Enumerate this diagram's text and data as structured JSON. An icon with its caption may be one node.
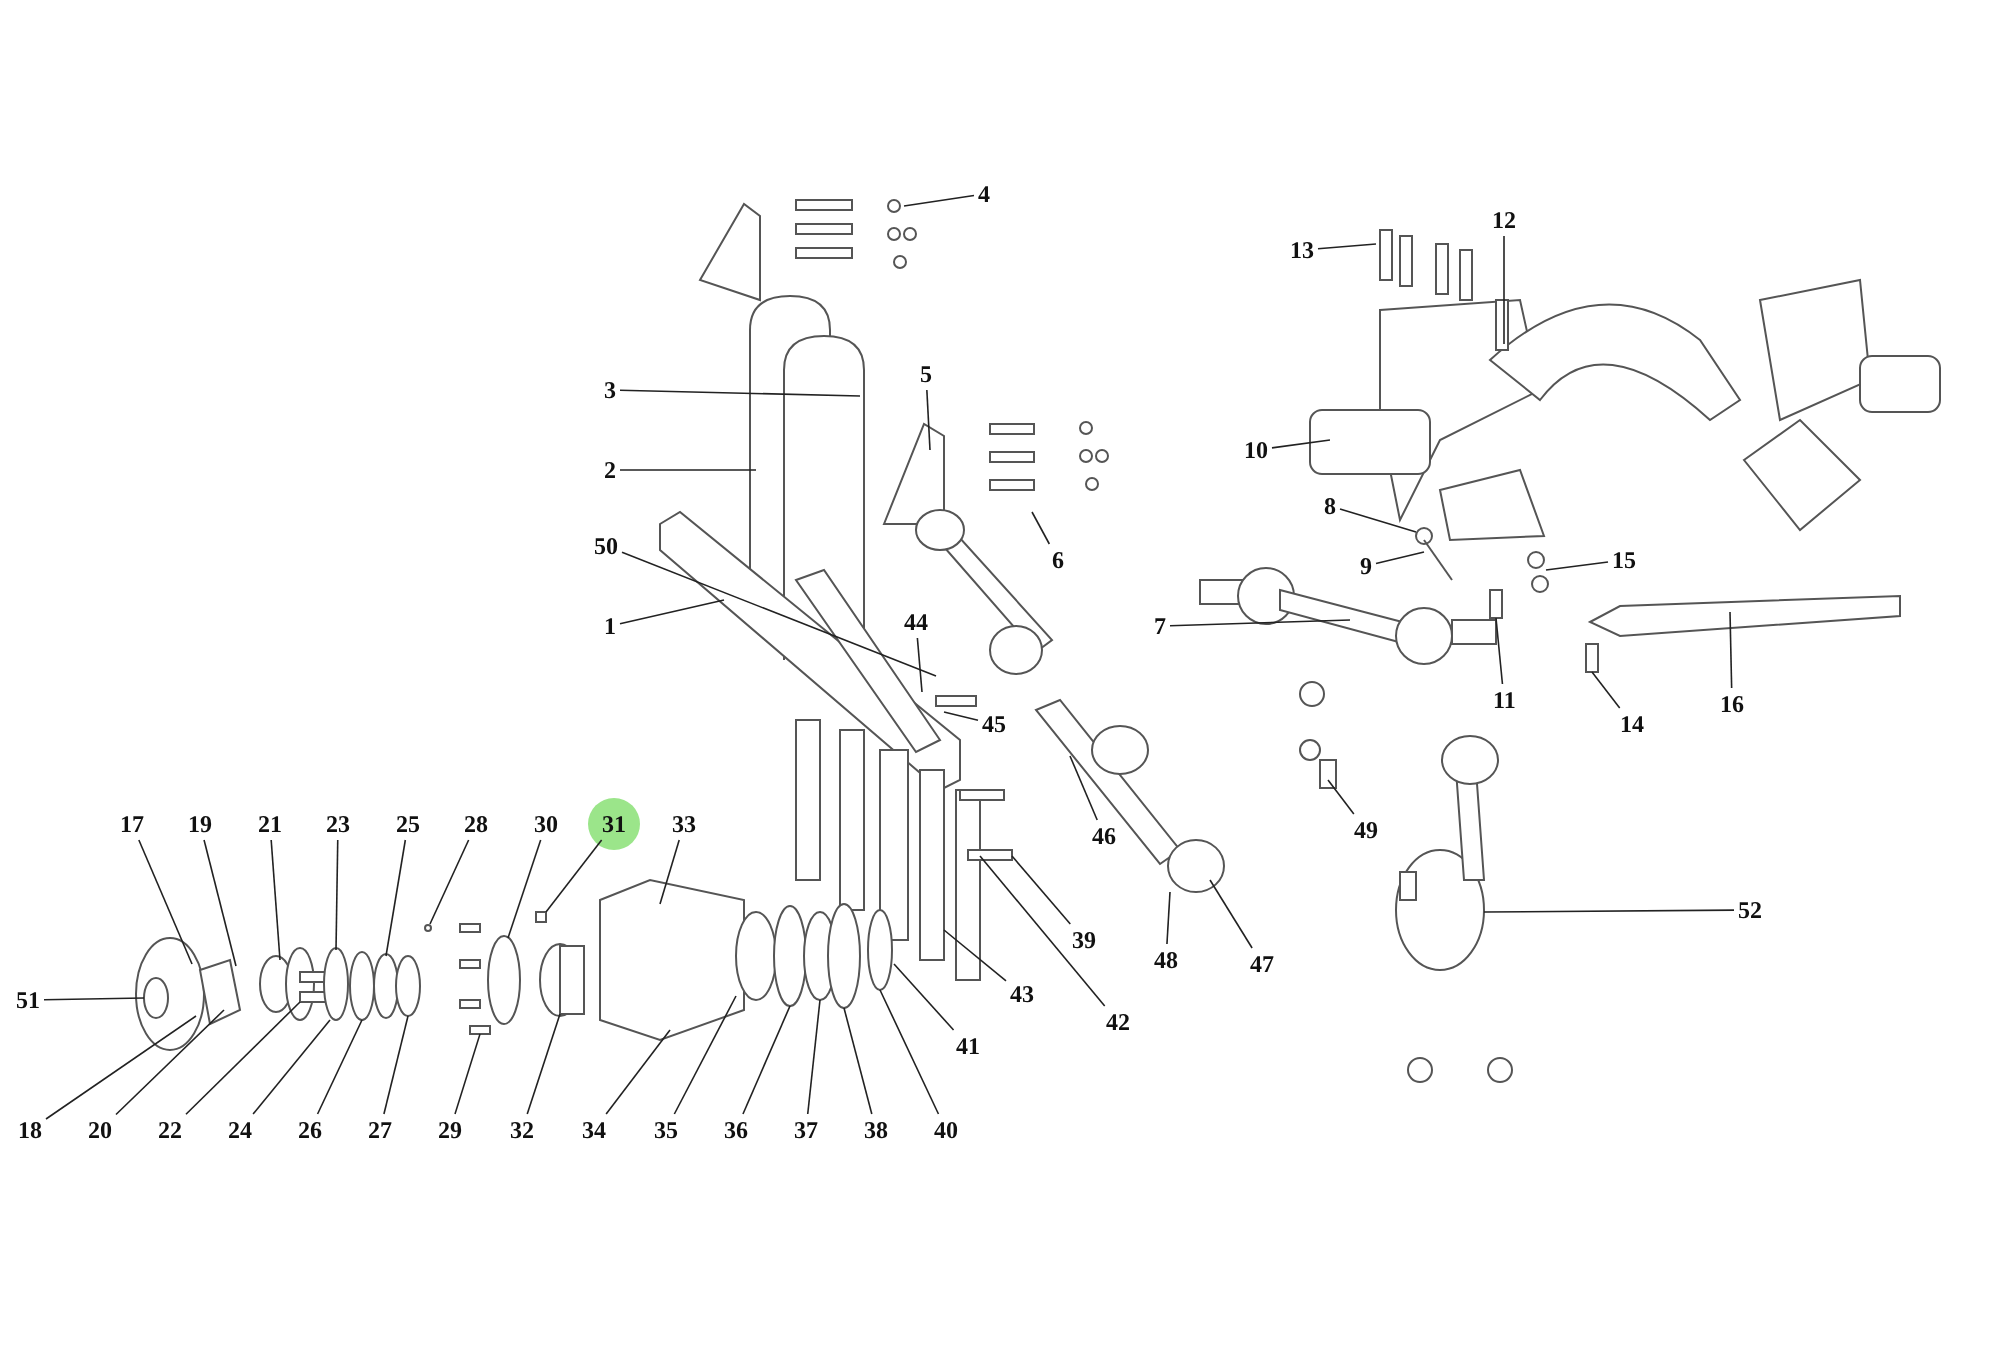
{
  "diagram": {
    "nodes": [
      {
        "text": [
          "4"
        ]
      },
      {
        "text": [
          "12"
        ]
      },
      {
        "text": [
          "13"
        ]
      },
      {
        "text": [
          "3"
        ]
      },
      {
        "text": [
          "5"
        ]
      },
      {
        "text": [
          "2"
        ]
      },
      {
        "text": [
          "10"
        ]
      },
      {
        "text": [
          "8"
        ]
      },
      {
        "text": [
          "6"
        ]
      },
      {
        "text": [
          "50"
        ]
      },
      {
        "text": [
          "9"
        ]
      },
      {
        "text": [
          "15"
        ]
      },
      {
        "text": [
          "1"
        ]
      },
      {
        "text": [
          "7"
        ]
      },
      {
        "text": [
          "44"
        ]
      },
      {
        "text": [
          "11"
        ]
      },
      {
        "text": [
          "14"
        ]
      },
      {
        "text": [
          "16"
        ]
      },
      {
        "text": [
          "45"
        ]
      },
      {
        "text": [
          "49"
        ]
      },
      {
        "text": [
          "46"
        ]
      },
      {
        "text": [
          "17"
        ]
      },
      {
        "text": [
          "19"
        ]
      },
      {
        "text": [
          "21"
        ]
      },
      {
        "text": [
          "23"
        ]
      },
      {
        "text": [
          "25"
        ]
      },
      {
        "text": [
          "28"
        ]
      },
      {
        "text": [
          "30"
        ]
      },
      {
        "text": [
          "31"
        ]
      },
      {
        "text": [
          "33"
        ]
      },
      {
        "text": [
          "52"
        ]
      },
      {
        "text": [
          "39"
        ]
      },
      {
        "text": [
          "48"
        ]
      },
      {
        "text": [
          "47"
        ]
      },
      {
        "text": [
          "43"
        ]
      },
      {
        "text": [
          "51"
        ]
      },
      {
        "text": [
          "41"
        ]
      },
      {
        "text": [
          "42"
        ]
      },
      {
        "text": [
          "18"
        ]
      },
      {
        "text": [
          "20"
        ]
      },
      {
        "text": [
          "22"
        ]
      },
      {
        "text": [
          "24"
        ]
      },
      {
        "text": [
          "26"
        ]
      },
      {
        "text": [
          "27"
        ]
      },
      {
        "text": [
          "29"
        ]
      },
      {
        "text": [
          "32"
        ]
      },
      {
        "text": [
          "34"
        ]
      },
      {
        "text": [
          "35"
        ]
      },
      {
        "text": [
          "36"
        ]
      },
      {
        "text": [
          "37"
        ]
      },
      {
        "text": [
          "38"
        ]
      },
      {
        "text": [
          "40"
        ]
      }
    ],
    "edges": [
      {
        "from": 0,
        "to": null,
        "arrow": "none"
      },
      {
        "from": 1,
        "to": null,
        "arrow": "none"
      },
      {
        "from": 2,
        "to": null,
        "arrow": "none"
      },
      {
        "from": 3,
        "to": null,
        "arrow": "none"
      },
      {
        "from": 4,
        "to": null,
        "arrow": "none"
      },
      {
        "from": 5,
        "to": null,
        "arrow": "none"
      },
      {
        "from": 6,
        "to": null,
        "arrow": "none"
      },
      {
        "from": 7,
        "to": null,
        "arrow": "none"
      },
      {
        "from": 8,
        "to": null,
        "arrow": "none"
      },
      {
        "from": 9,
        "to": null,
        "arrow": "none"
      },
      {
        "from": 10,
        "to": null,
        "arrow": "none"
      },
      {
        "from": 11,
        "to": null,
        "arrow": "none"
      },
      {
        "from": 12,
        "to": null,
        "arrow": "none"
      },
      {
        "from": 13,
        "to": null,
        "arrow": "none"
      },
      {
        "from": 14,
        "to": null,
        "arrow": "none"
      },
      {
        "from": 15,
        "to": null,
        "arrow": "none"
      },
      {
        "from": 16,
        "to": null,
        "arrow": "none"
      },
      {
        "from": 17,
        "to": null,
        "arrow": "none"
      },
      {
        "from": 18,
        "to": null,
        "arrow": "none"
      },
      {
        "from": 19,
        "to": null,
        "arrow": "none"
      },
      {
        "from": 20,
        "to": null,
        "arrow": "none"
      },
      {
        "from": 21,
        "to": null,
        "arrow": "none"
      },
      {
        "from": 22,
        "to": null,
        "arrow": "none"
      },
      {
        "from": 23,
        "to": null,
        "arrow": "none"
      },
      {
        "from": 24,
        "to": null,
        "arrow": "none"
      },
      {
        "from": 25,
        "to": null,
        "arrow": "none"
      },
      {
        "from": 26,
        "to": null,
        "arrow": "none"
      },
      {
        "from": 27,
        "to": null,
        "arrow": "none"
      },
      {
        "from": 28,
        "to": null,
        "arrow": "none"
      },
      {
        "from": 29,
        "to": null,
        "arrow": "none"
      },
      {
        "from": 30,
        "to": null,
        "arrow": "none"
      },
      {
        "from": 31,
        "to": null,
        "arrow": "none"
      },
      {
        "from": 32,
        "to": null,
        "arrow": "none"
      },
      {
        "from": 33,
        "to": null,
        "arrow": "none"
      },
      {
        "from": 34,
        "to": null,
        "arrow": "none"
      },
      {
        "from": 35,
        "to": null,
        "arrow": "none"
      },
      {
        "from": 36,
        "to": null,
        "arrow": "none"
      },
      {
        "from": 37,
        "to": null,
        "arrow": "none"
      },
      {
        "from": 38,
        "to": null,
        "arrow": "none"
      },
      {
        "from": 39,
        "to": null,
        "arrow": "none"
      },
      {
        "from": 40,
        "to": null,
        "arrow": "none"
      },
      {
        "from": 41,
        "to": null,
        "arrow": "none"
      },
      {
        "from": 42,
        "to": null,
        "arrow": "none"
      },
      {
        "from": 43,
        "to": null,
        "arrow": "none"
      },
      {
        "from": 44,
        "to": null,
        "arrow": "none"
      },
      {
        "from": 45,
        "to": null,
        "arrow": "none"
      },
      {
        "from": 46,
        "to": null,
        "arrow": "none"
      },
      {
        "from": 47,
        "to": null,
        "arrow": "none"
      },
      {
        "from": 48,
        "to": null,
        "arrow": "none"
      },
      {
        "from": 49,
        "to": null,
        "arrow": "none"
      },
      {
        "from": 50,
        "to": null,
        "arrow": "none"
      },
      {
        "from": 51,
        "to": null,
        "arrow": "none"
      }
    ]
  }
}
